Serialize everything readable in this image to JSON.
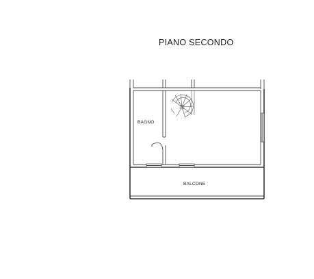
{
  "plan": {
    "title": "PIANO SECONDO",
    "rooms": {
      "bathroom": "BAGNO",
      "balcony": "BALCONE"
    },
    "colors": {
      "line": "#333333",
      "background": "#ffffff"
    }
  }
}
